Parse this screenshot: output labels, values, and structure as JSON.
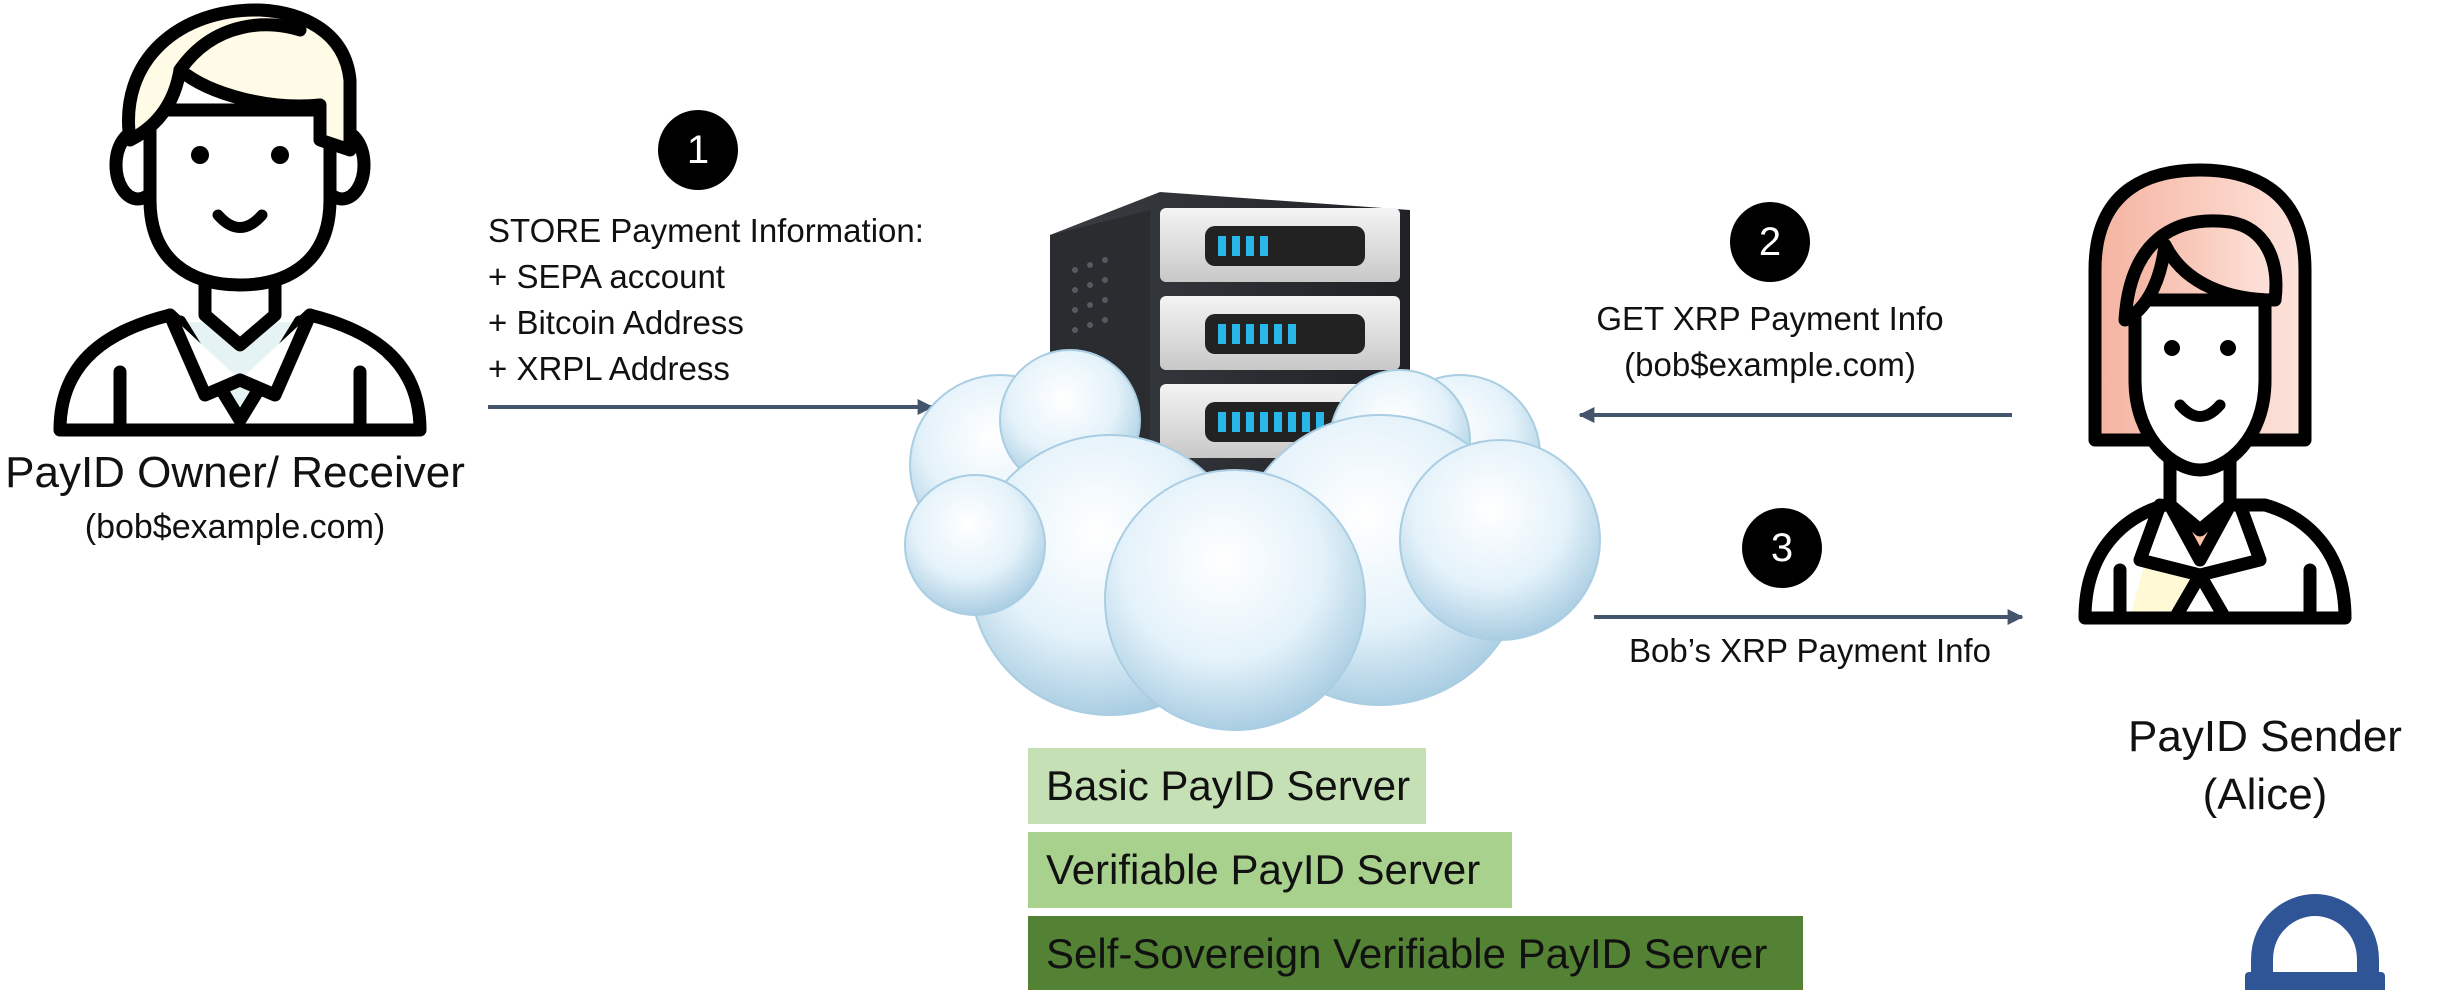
{
  "receiver": {
    "name": "PayID Owner/ Receiver",
    "handle": "(bob$example.com)",
    "icon": "man-avatar-icon"
  },
  "sender": {
    "name_line1": "PayID Sender",
    "name_line2": "(Alice)",
    "icon": "woman-avatar-icon"
  },
  "server": {
    "icon": "server-in-cloud-icon"
  },
  "steps": [
    {
      "number": "1",
      "lines": [
        "STORE Payment Information:",
        "+ SEPA account",
        "+ Bitcoin Address",
        "+ XRPL Address"
      ],
      "direction": "receiver-to-server"
    },
    {
      "number": "2",
      "lines": [
        "GET XRP Payment Info",
        "(bob$example.com)"
      ],
      "direction": "sender-to-server"
    },
    {
      "number": "3",
      "lines": [
        "Bob’s XRP Payment Info"
      ],
      "direction": "server-to-sender"
    }
  ],
  "tiers": [
    {
      "label": "Basic PayID Server",
      "color": "#c5e0b4"
    },
    {
      "label": "Verifiable PayID Server",
      "color": "#a9d18e"
    },
    {
      "label": "Self-Sovereign Verifiable PayID Server",
      "color": "#548235"
    }
  ],
  "colors": {
    "arrow": "#44546a",
    "badge": "#000000",
    "lock": "#2f5597"
  }
}
